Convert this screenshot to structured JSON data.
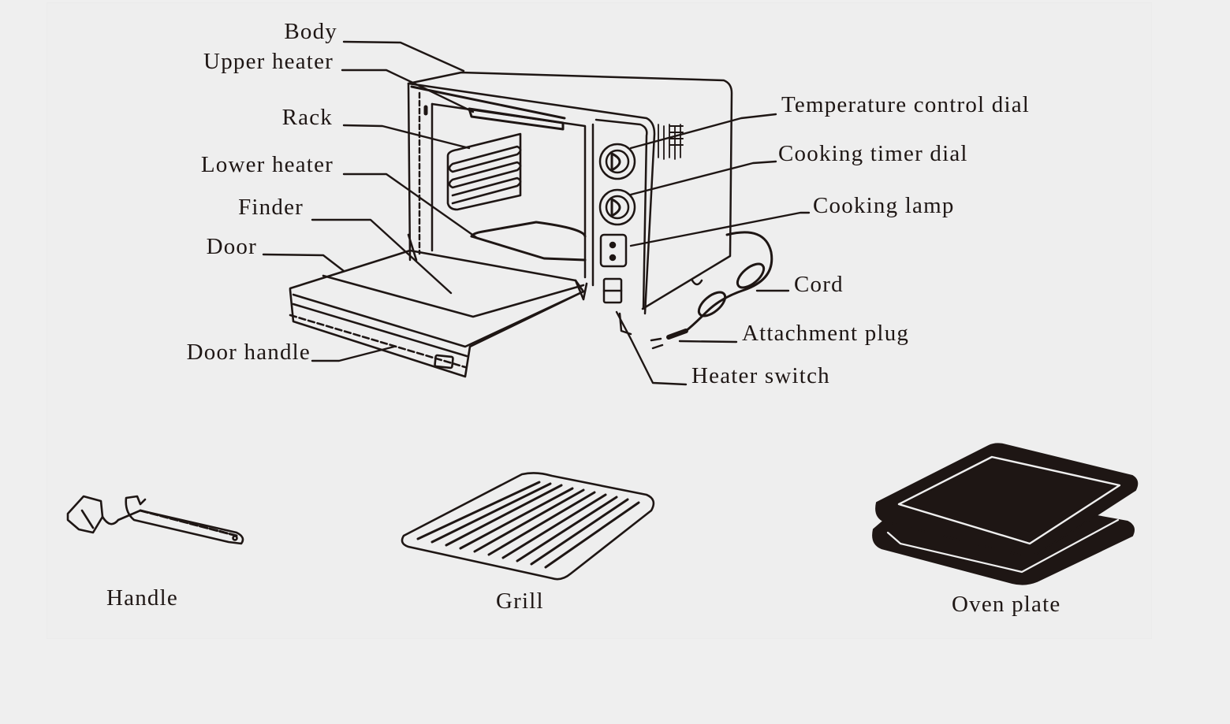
{
  "diagram": {
    "subject": "Electric oven (toaster oven) parts identification",
    "ink_color": "#1e1614",
    "background_color": "#efefef",
    "main_labels": [
      {
        "id": "body",
        "text": "Body"
      },
      {
        "id": "upper-heater",
        "text": "Upper heater"
      },
      {
        "id": "rack",
        "text": "Rack"
      },
      {
        "id": "lower-heater",
        "text": "Lower heater"
      },
      {
        "id": "finder",
        "text": "Finder"
      },
      {
        "id": "door",
        "text": "Door"
      },
      {
        "id": "door-handle",
        "text": "Door handle"
      },
      {
        "id": "temperature-control-dial",
        "text": "Temperature control dial"
      },
      {
        "id": "cooking-timer-dial",
        "text": "Cooking timer dial"
      },
      {
        "id": "cooking-lamp",
        "text": "Cooking lamp"
      },
      {
        "id": "cord",
        "text": "Cord"
      },
      {
        "id": "attachment-plug",
        "text": "Attachment plug"
      },
      {
        "id": "heater-switch",
        "text": "Heater switch"
      }
    ],
    "accessories": [
      {
        "id": "handle",
        "text": "Handle"
      },
      {
        "id": "grill",
        "text": "Grill"
      },
      {
        "id": "oven-plate",
        "text": "Oven plate"
      }
    ]
  }
}
